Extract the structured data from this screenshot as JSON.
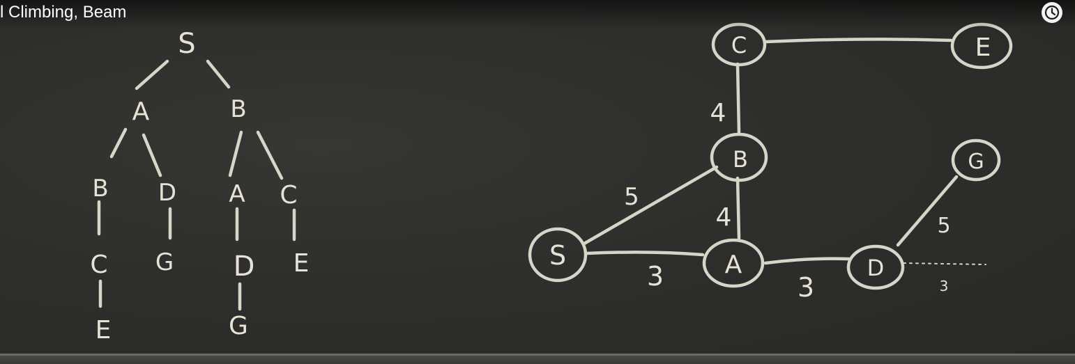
{
  "video": {
    "title": "l Climbing, Beam",
    "watch_later_icon": "clock-icon"
  },
  "colors": {
    "chalk": "#e6e3d6",
    "board": "#2e2e2c",
    "overlay_text": "#ffffff"
  },
  "search_tree": {
    "root": "S",
    "level1": [
      "A",
      "B"
    ],
    "level2": [
      "B",
      "D",
      "A",
      "C"
    ],
    "level3": [
      "C",
      "G",
      "D",
      "E"
    ],
    "level4": [
      "E",
      "G"
    ]
  },
  "graph": {
    "nodes": [
      "C",
      "E",
      "B",
      "G",
      "S",
      "A",
      "D"
    ],
    "edges": [
      {
        "from": "C",
        "to": "E",
        "weight": ""
      },
      {
        "from": "C",
        "to": "B",
        "weight": "4"
      },
      {
        "from": "S",
        "to": "B",
        "weight": "5"
      },
      {
        "from": "B",
        "to": "A",
        "weight": "4"
      },
      {
        "from": "S",
        "to": "A",
        "weight": "3"
      },
      {
        "from": "A",
        "to": "D",
        "weight": "3"
      },
      {
        "from": "D",
        "to": "G",
        "weight": "5"
      },
      {
        "from": "D",
        "to": "",
        "weight": "3"
      }
    ]
  }
}
